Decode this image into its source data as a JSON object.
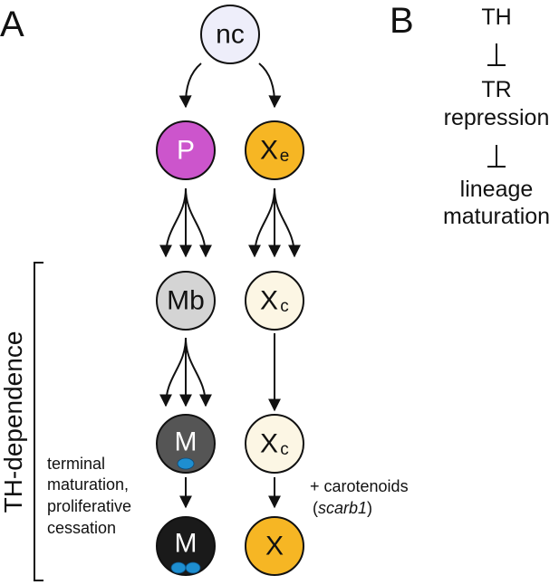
{
  "panels": {
    "a": "A",
    "b": "B"
  },
  "nodes": {
    "nc": {
      "label": "nc",
      "fill": "#eeeefa"
    },
    "p": {
      "label": "P",
      "fill": "#cc55cc"
    },
    "xe": {
      "label": "X",
      "sub": "e",
      "fill": "#f6b624"
    },
    "mb": {
      "label": "Mb",
      "fill": "#d4d4d4"
    },
    "xc1": {
      "label": "X",
      "sub": "c",
      "fill": "#fcf6e4"
    },
    "m1": {
      "label": "M",
      "fill": "#555555"
    },
    "xc2": {
      "label": "X",
      "sub": "c",
      "fill": "#fcf6e4"
    },
    "m2": {
      "label": "M",
      "fill": "#1a1a1a"
    },
    "x": {
      "label": "X",
      "fill": "#f6b624"
    }
  },
  "melanosome_color": "#1e8ed0",
  "bracket_label": "TH-dependence",
  "annotations": {
    "left": [
      "terminal",
      "maturation,",
      "proliferative",
      "cessation"
    ],
    "right_line1": "+ carotenoids",
    "right_line2_open": "(",
    "right_line2_gene": "scarb1",
    "right_line2_close": ")"
  },
  "panel_b": {
    "th": "TH",
    "tr1": "TR",
    "tr2": "repression",
    "lineage1": "lineage",
    "lineage2": "maturation"
  }
}
